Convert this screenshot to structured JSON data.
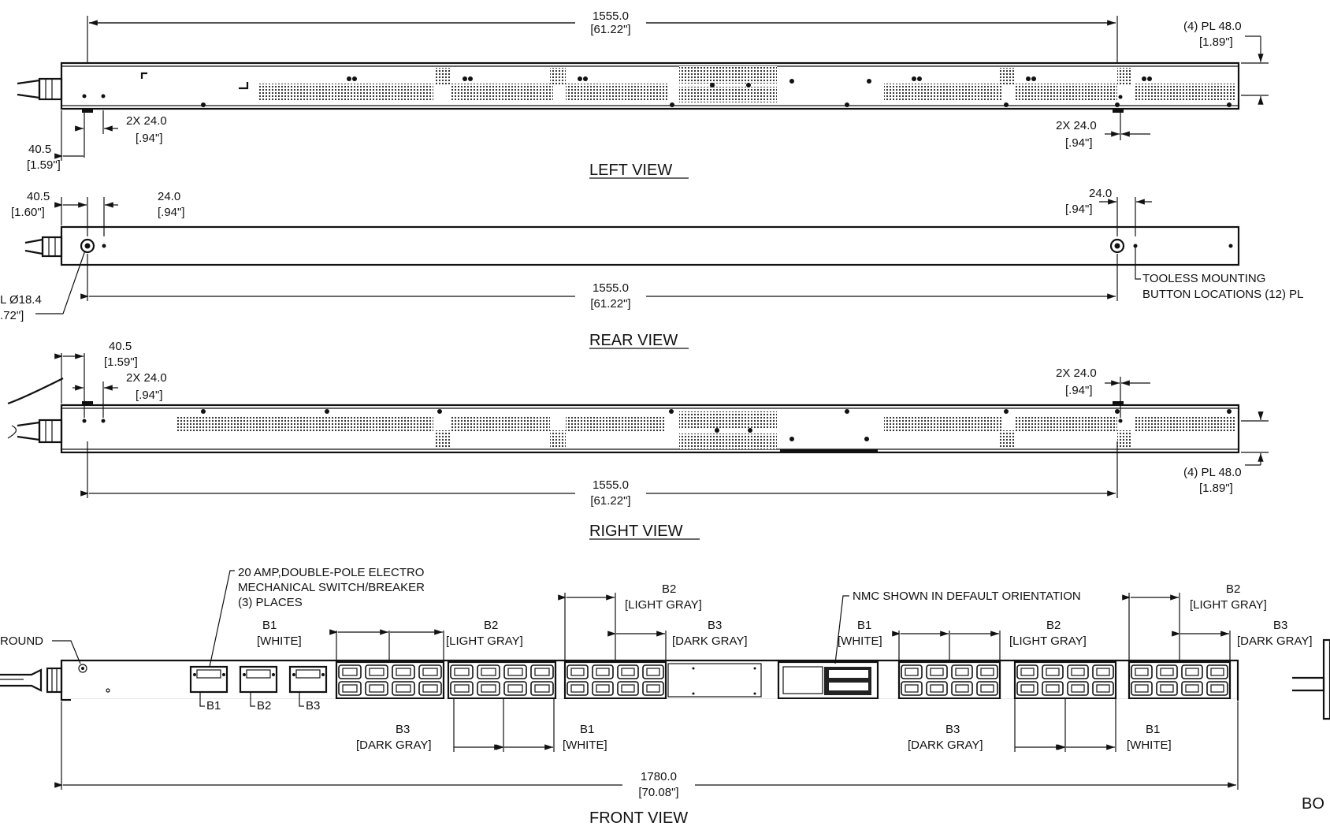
{
  "views": {
    "left": {
      "title": "LEFT  VIEW",
      "length_mm": "1555.0",
      "length_in": "[61.22\"]",
      "pl_mm": "(4) PL 48.0",
      "pl_in": "[1.89\"]",
      "offset_mm": "40.5",
      "offset_in": "[1.59\"]",
      "spacing_left_mm": "2X 24.0",
      "spacing_left_in": "[.94\"]",
      "spacing_right_mm": "2X 24.0",
      "spacing_right_in": "[.94\"]"
    },
    "rear": {
      "title": "REAR VIEW",
      "offset_mm": "40.5",
      "offset_in": "[1.60\"]",
      "spacing_left_mm": "24.0",
      "spacing_left_in": "[.94\"]",
      "spacing_right_mm": "24.0",
      "spacing_right_in": "[.94\"]",
      "length_mm": "1555.0",
      "length_in": "[61.22\"]",
      "hole_mm": "L Ø18.4",
      "hole_in": ".72\"]",
      "note_line1": "TOOLESS MOUNTING",
      "note_line2": "BUTTON LOCATIONS (12) PL"
    },
    "right": {
      "title": "RIGHT  VIEW",
      "offset_mm": "40.5",
      "offset_in": "[1.59\"]",
      "spacing_left_mm": "2X 24.0",
      "spacing_left_in": "[.94\"]",
      "spacing_right_mm": "2X 24.0",
      "spacing_right_in": "[.94\"]",
      "length_mm": "1555.0",
      "length_in": "[61.22\"]",
      "pl_mm": "(4) PL 48.0",
      "pl_in": "[1.89\"]"
    },
    "front": {
      "title": "FRONT VIEW",
      "breaker_line1": "20 AMP,DOUBLE-POLE ELECTRO",
      "breaker_line2": "MECHANICAL SWITCH/BREAKER",
      "breaker_line3": "(3) PLACES",
      "ground": "ROUND",
      "nmc_note": "NMC SHOWN IN DEFAULT ORIENTATION",
      "total_mm": "1780.0",
      "total_in": "[70.08\"]",
      "breaker_b1": "B1",
      "breaker_b2": "B2",
      "breaker_b3": "B3",
      "groups": {
        "g1_b1": "B1",
        "g1_b1_color": "[WHITE]",
        "g1_b2": "B2",
        "g1_b2_color": "[LIGHT GRAY]",
        "g1_b3": "B3",
        "g1_b3_color": "[DARK GRAY]",
        "g2_b2": "B2",
        "g2_b2_color": "[LIGHT GRAY]",
        "g2_b3": "B3",
        "g2_b3_color": "[DARK GRAY]",
        "g2_b1": "B1",
        "g2_b1_color": "[WHITE]",
        "g3_b1": "B1",
        "g3_b1_color": "[WHITE]",
        "g3_b2": "B2",
        "g3_b2_color": "[LIGHT GRAY]",
        "g3_b3": "B3",
        "g3_b3_color": "[DARK GRAY]",
        "g4_b2": "B2",
        "g4_b2_color": "[LIGHT GRAY]",
        "g4_b3": "B3",
        "g4_b3_color": "[DARK GRAY]",
        "g4_b1": "B1",
        "g4_b1_color": "[WHITE]"
      }
    },
    "bottom_partial": "BO"
  }
}
